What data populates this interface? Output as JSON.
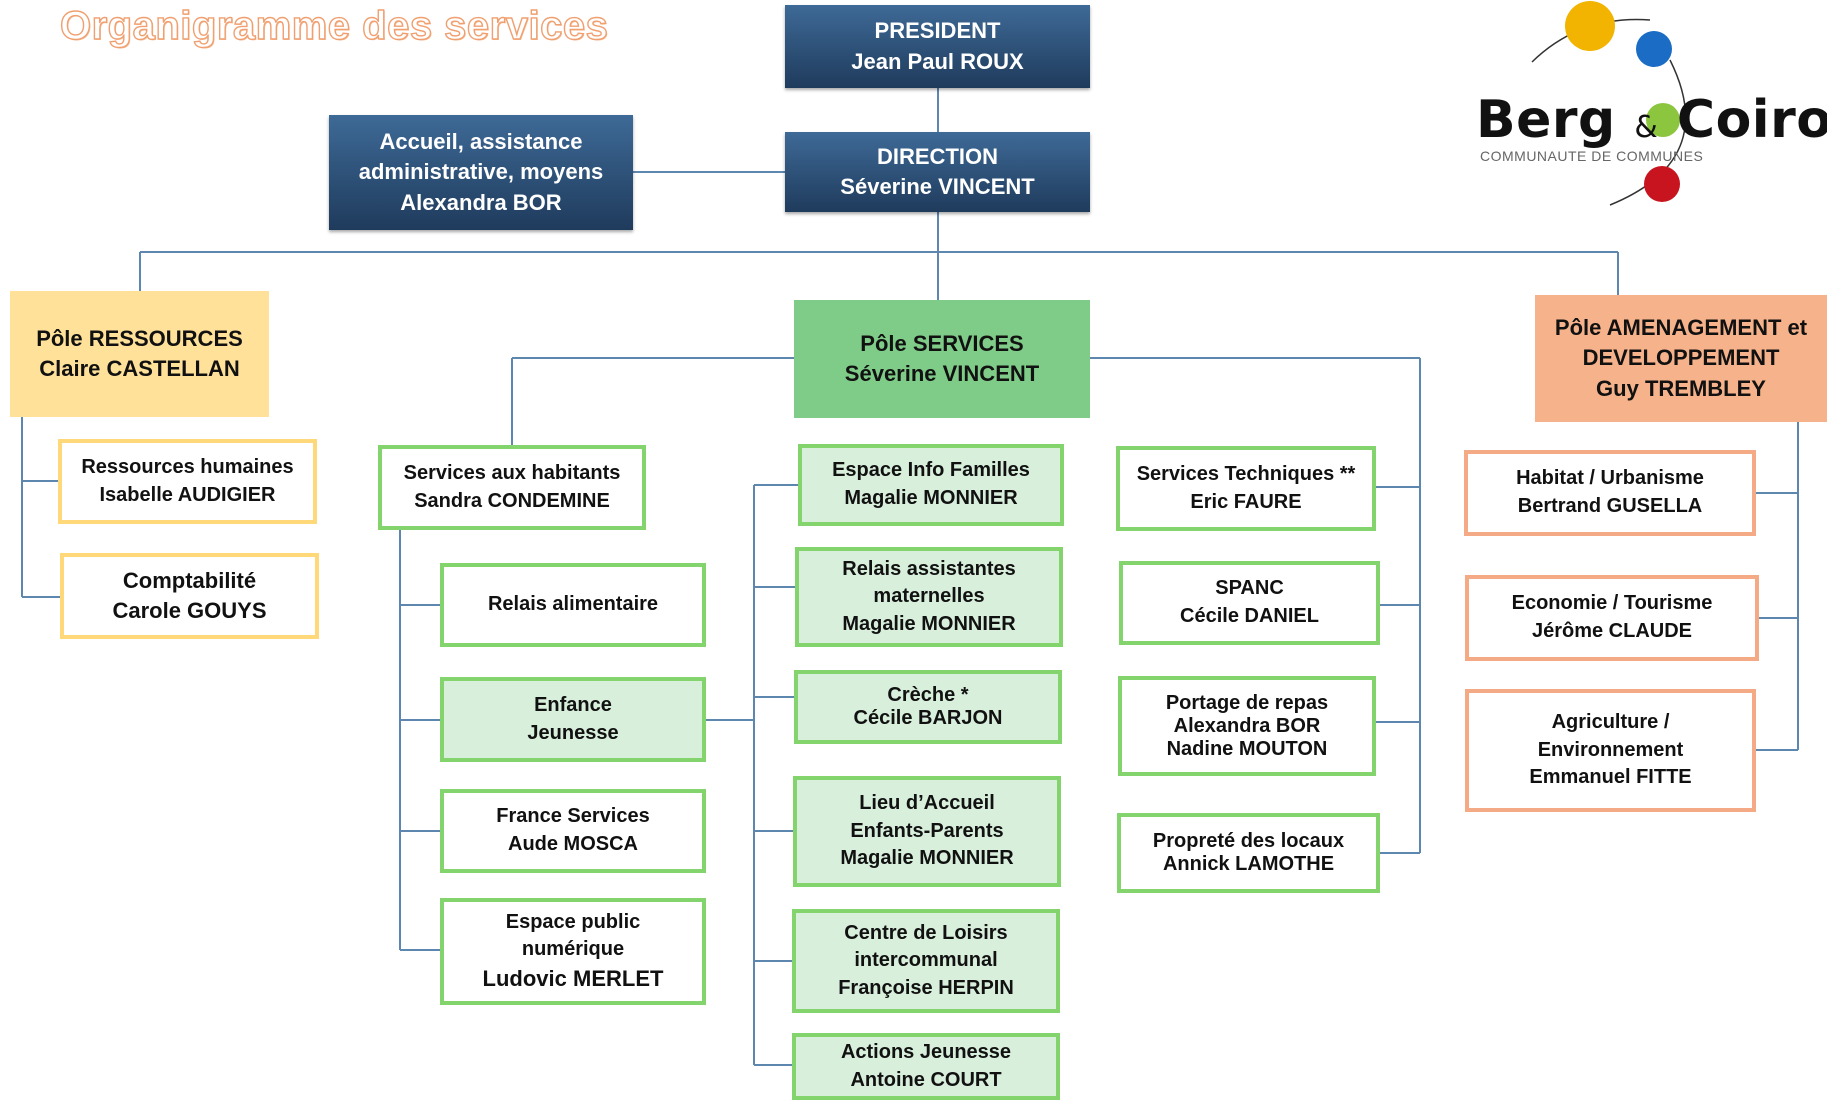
{
  "title": "Organigramme des services",
  "logo": {
    "name_part1": "Berg",
    "ampersand": "&",
    "name_part2": "Coiron",
    "subtitle": "COMMUNAUTE DE COMMUNES",
    "colors": [
      "#f2b400",
      "#1a6cc4",
      "#8cc63f",
      "#c8141e"
    ]
  },
  "president": {
    "role": "PRESIDENT",
    "name": "Jean Paul ROUX"
  },
  "direction": {
    "role": "DIRECTION",
    "name": "Séverine VINCENT"
  },
  "accueil": {
    "line1": "Accueil, assistance",
    "line2": "administrative, moyens",
    "name": "Alexandra BOR"
  },
  "pole_ressources": {
    "title": "Pôle RESSOURCES",
    "name": "Claire CASTELLAN",
    "items": [
      {
        "label": "Ressources humaines",
        "name": "Isabelle AUDIGIER"
      },
      {
        "label": "Comptabilité",
        "name": "Carole GOUYS"
      }
    ]
  },
  "pole_services": {
    "title": "Pôle SERVICES",
    "name": "Séverine VINCENT",
    "habitants": {
      "label": "Services aux habitants",
      "name": "Sandra CONDEMINE",
      "items": [
        {
          "line1": "Relais alimentaire"
        },
        {
          "line1": "Enfance",
          "line2": "Jeunesse"
        },
        {
          "line1": "France Services",
          "line2": "Aude MOSCA"
        },
        {
          "line1": "Espace public",
          "line2": "numérique",
          "line3": "Ludovic MERLET"
        }
      ]
    },
    "enfance_items": [
      {
        "line1": "Espace Info Familles",
        "line2": "Magalie MONNIER"
      },
      {
        "line1": "Relais assistantes",
        "line2": "maternelles",
        "line3": "Magalie MONNIER"
      },
      {
        "line1": "Crèche *",
        "line2": "Cécile BARJON"
      },
      {
        "line1": "Lieu d’Accueil",
        "line2": "Enfants-Parents",
        "line3": "Magalie MONNIER"
      },
      {
        "line1": "Centre de Loisirs",
        "line2": "intercommunal",
        "line3": "Françoise HERPIN"
      },
      {
        "line1": "Actions Jeunesse",
        "line2": "Antoine COURT"
      }
    ],
    "techniques": [
      {
        "line1": "Services Techniques **",
        "line2": "Eric FAURE"
      },
      {
        "line1": "SPANC",
        "line2": "Cécile DANIEL"
      },
      {
        "line1": "Portage de repas",
        "line2": "Alexandra BOR",
        "line3": "Nadine MOUTON"
      },
      {
        "line1": "Propreté des locaux",
        "line2": "Annick LAMOTHE"
      }
    ]
  },
  "pole_amenagement": {
    "line1": "Pôle AMENAGEMENT et",
    "line2": "DEVELOPPEMENT",
    "name": "Guy TREMBLEY",
    "items": [
      {
        "line1": "Habitat / Urbanisme",
        "line2": "Bertrand GUSELLA"
      },
      {
        "line1": "Economie / Tourisme",
        "line2": "Jérôme CLAUDE"
      },
      {
        "line1": "Agriculture /",
        "line2": "Environnement",
        "line3": "Emmanuel FITTE"
      }
    ]
  }
}
